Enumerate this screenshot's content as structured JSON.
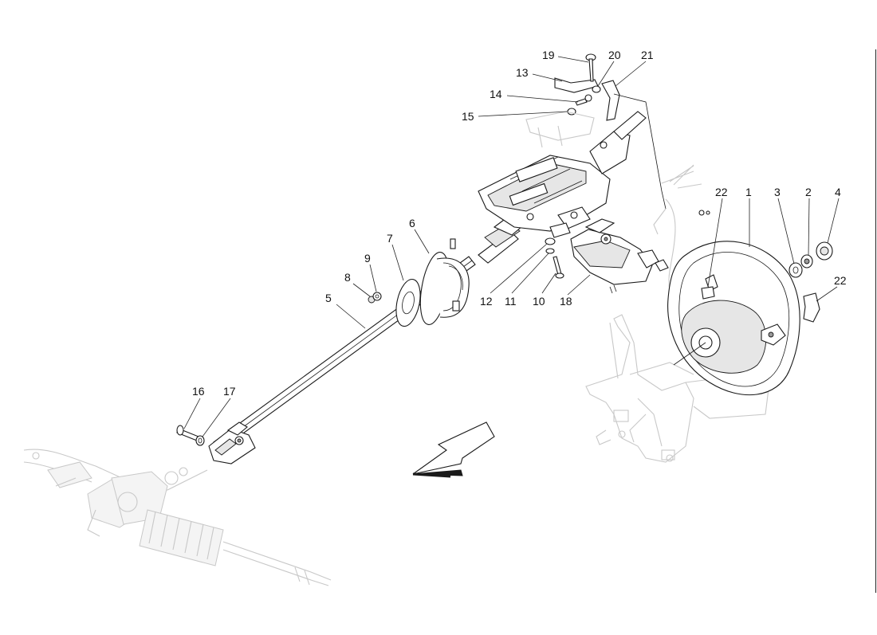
{
  "callouts": [
    {
      "id": "c1",
      "label": "1"
    },
    {
      "id": "c2",
      "label": "2"
    },
    {
      "id": "c3",
      "label": "3"
    },
    {
      "id": "c4",
      "label": "4"
    },
    {
      "id": "c5",
      "label": "5"
    },
    {
      "id": "c6",
      "label": "6"
    },
    {
      "id": "c7",
      "label": "7"
    },
    {
      "id": "c8",
      "label": "8"
    },
    {
      "id": "c9",
      "label": "9"
    },
    {
      "id": "c10",
      "label": "10"
    },
    {
      "id": "c11",
      "label": "11"
    },
    {
      "id": "c12",
      "label": "12"
    },
    {
      "id": "c13",
      "label": "13"
    },
    {
      "id": "c14",
      "label": "14"
    },
    {
      "id": "c15",
      "label": "15"
    },
    {
      "id": "c16",
      "label": "16"
    },
    {
      "id": "c17",
      "label": "17"
    },
    {
      "id": "c18",
      "label": "18"
    },
    {
      "id": "c19",
      "label": "19"
    },
    {
      "id": "c20",
      "label": "20"
    },
    {
      "id": "c21",
      "label": "21"
    },
    {
      "id": "c22a",
      "label": "22"
    },
    {
      "id": "c22b",
      "label": "22"
    }
  ],
  "colors": {
    "line": "#1a1a1a",
    "ghost": "#c8c8c8",
    "background": "#ffffff"
  },
  "icons": {
    "direction": "forward-arrow-icon"
  }
}
